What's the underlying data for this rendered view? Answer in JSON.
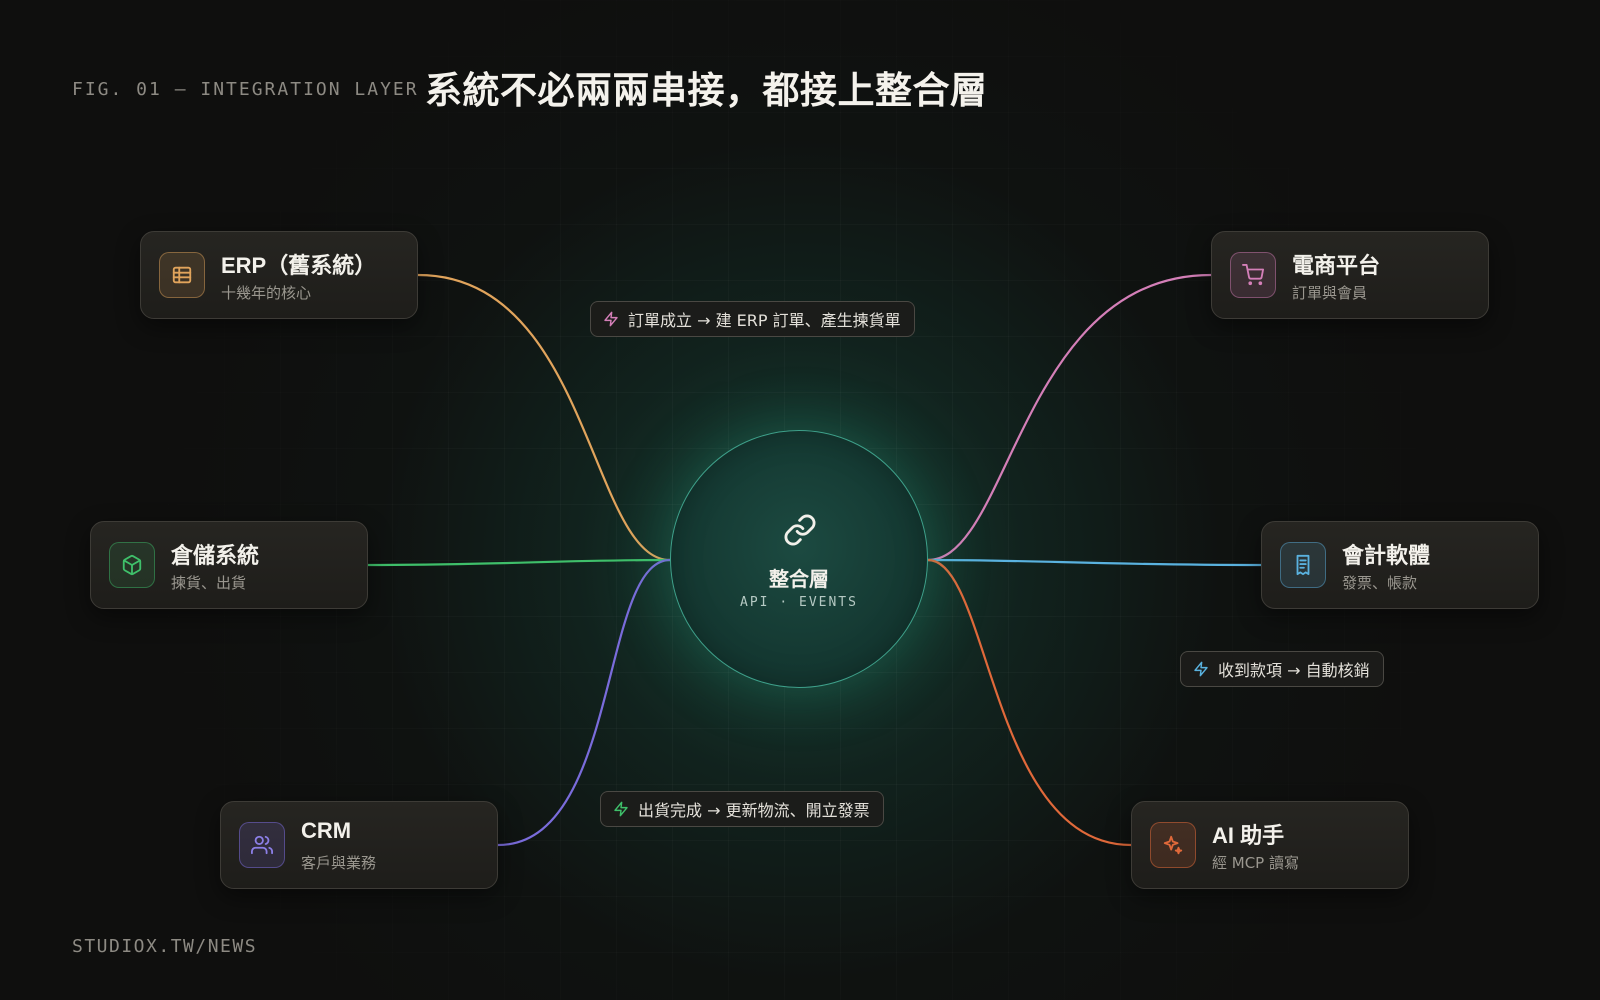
{
  "header": {
    "fig_label": "FIG. 01 — INTEGRATION LAYER",
    "title": "系統不必兩兩串接，都接上整合層"
  },
  "footer": {
    "text": "STUDIOX.TW/NEWS"
  },
  "hub": {
    "title": "整合層",
    "subtitle": "API · EVENTS",
    "icon": "link-icon",
    "accent": "#3ea08a"
  },
  "nodes": [
    {
      "id": "erp",
      "title": "ERP（舊系統）",
      "subtitle": "十幾年的核心",
      "icon": "table-icon",
      "color": "#e1a45c"
    },
    {
      "id": "warehouse",
      "title": "倉儲系統",
      "subtitle": "揀貨、出貨",
      "icon": "box-icon",
      "color": "#3fbf6a"
    },
    {
      "id": "crm",
      "title": "CRM",
      "subtitle": "客戶與業務",
      "icon": "users-icon",
      "color": "#7a6cdb"
    },
    {
      "id": "ecommerce",
      "title": "電商平台",
      "subtitle": "訂單與會員",
      "icon": "cart-icon",
      "color": "#d47fb8"
    },
    {
      "id": "accounting",
      "title": "會計軟體",
      "subtitle": "發票、帳款",
      "icon": "receipt-icon",
      "color": "#5ab2df"
    },
    {
      "id": "ai",
      "title": "AI 助手",
      "subtitle": "經 MCP 讀寫",
      "icon": "sparkle-icon",
      "color": "#e0693a"
    }
  ],
  "events": [
    {
      "id": "order",
      "text": "訂單成立 → 建 ERP 訂單、產生揀貨單",
      "color": "#d47fb8",
      "icon": "bolt-icon"
    },
    {
      "id": "payment",
      "text": "收到款項 → 自動核銷",
      "color": "#5ab2df",
      "icon": "bolt-icon"
    },
    {
      "id": "shipping",
      "text": "出貨完成 → 更新物流、開立發票",
      "color": "#3fbf6a",
      "icon": "bolt-icon"
    }
  ]
}
